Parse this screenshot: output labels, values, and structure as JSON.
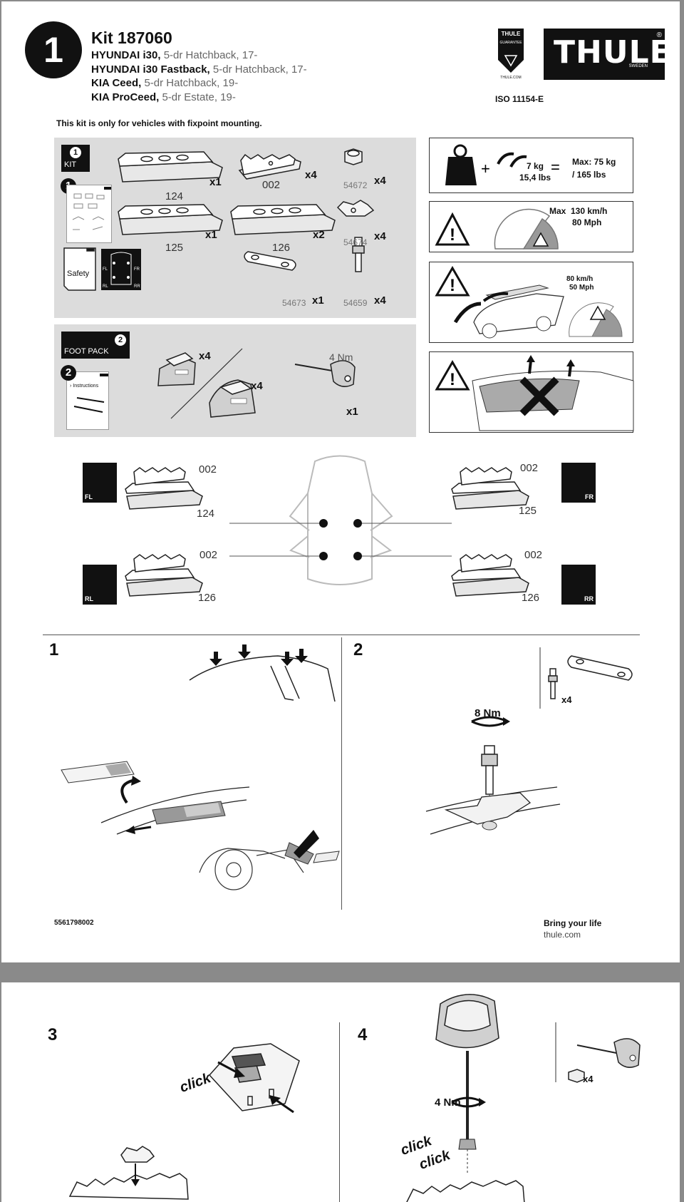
{
  "header": {
    "number": "1",
    "kit_title": "Kit 187060",
    "vehicles": [
      {
        "model": "HYUNDAI i30,",
        "detail": " 5-dr Hatchback, 17-"
      },
      {
        "model": "HYUNDAI i30 Fastback,",
        "detail": " 5-dr Hatchback, 17-"
      },
      {
        "model": "KIA Ceed,",
        "detail": " 5-dr Hatchback, 19-"
      },
      {
        "model": "KIA ProCeed,",
        "detail": " 5-dr Estate, 19-"
      }
    ],
    "guarantee_badge_top": "THULE",
    "guarantee_badge_sub": "GUARANTEE",
    "guarantee_badge_url": "THULE.COM",
    "brand_logo": "THULE",
    "brand_sweden": "SWEDEN",
    "iso": "ISO 11154-E"
  },
  "fixpoint_note": "This kit is only for vehicles with fixpoint mounting.",
  "kit_panel": {
    "badge_num": "1",
    "badge_label": "KIT",
    "manual_num": "1",
    "safety_label": "Safety",
    "corner_labels": [
      "FL",
      "FR",
      "RL",
      "RR"
    ],
    "parts": [
      {
        "id": "124",
        "qty": "x1"
      },
      {
        "id": "002",
        "qty": "x4"
      },
      {
        "id": "54672",
        "qty": "x4"
      },
      {
        "id": "125",
        "qty": "x1"
      },
      {
        "id": "126",
        "qty": "x2"
      },
      {
        "id": "54674",
        "qty": "x4"
      },
      {
        "id": "54673",
        "qty": "x1"
      },
      {
        "id": "54659",
        "qty": "x4"
      }
    ]
  },
  "foot_panel": {
    "badge_num": "2",
    "badge_label": "FOOT PACK",
    "manual_num": "2",
    "manual_title": "Instructions",
    "foot_a_qty": "x4",
    "foot_b_qty": "x4",
    "torque": "4 Nm",
    "key_qty": "x1"
  },
  "warnings": {
    "load_weight": "7 kg",
    "load_weight_lbs": "15,4 lbs",
    "load_max": "Max: 75 kg",
    "load_max_lbs": "/ 165 lbs",
    "speed_label": "Max  130 km/h",
    "speed_mph": "80 Mph",
    "load_speed_kmh": "80 km/h",
    "load_speed_mph": "50 Mph"
  },
  "layout_diagram": {
    "fl": {
      "corner": "FL",
      "top": "002",
      "bottom": "124"
    },
    "fr": {
      "corner": "FR",
      "top": "002",
      "bottom": "125"
    },
    "rl": {
      "corner": "RL",
      "top": "002",
      "bottom": "126"
    },
    "rr": {
      "corner": "RR",
      "top": "002",
      "bottom": "126"
    }
  },
  "steps": {
    "s1": "1",
    "s2": "2",
    "s2_torque": "8 Nm",
    "s2_qty": "x4",
    "s3": "3",
    "s3_click": "click",
    "s4": "4",
    "s4_torque": "4 Nm",
    "s4_qty": "x4",
    "s4_click": "click"
  },
  "footer": {
    "doc_number": "5561798002",
    "slogan": "Bring your life",
    "url": "thule.com"
  }
}
